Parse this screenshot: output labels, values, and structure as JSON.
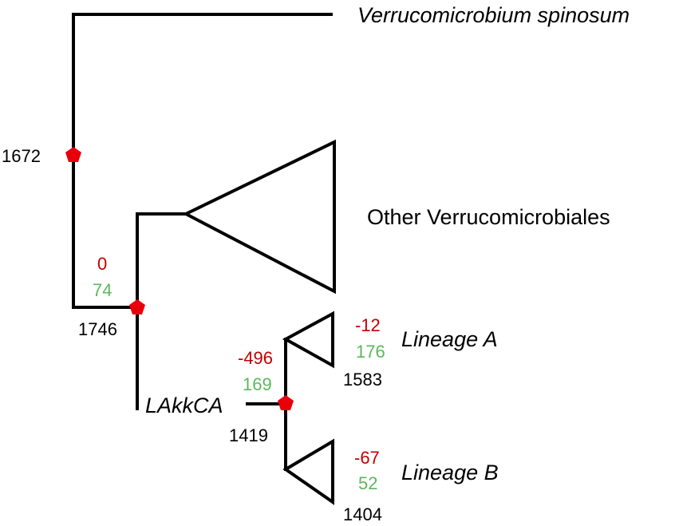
{
  "colors": {
    "branch": "#000000",
    "node_marker": "#e8000b",
    "loss": "#c00000",
    "gain": "#5cb85c",
    "total": "#000000"
  },
  "taxa": {
    "verrucomicrobium": "Verrucomicrobium spinosum",
    "other": "Other Verrucomicrobiales",
    "lineage_a": "Lineage A",
    "lineage_b": "Lineage B",
    "lakkca": "LAkkCA"
  },
  "nodes": {
    "root": {
      "total": "1672"
    },
    "internal": {
      "loss": "0",
      "gain": "74",
      "total": "1746"
    },
    "lakkca": {
      "loss": "-496",
      "gain": "169",
      "total": "1419"
    },
    "lineage_a": {
      "loss": "-12",
      "gain": "176",
      "total": "1583"
    },
    "lineage_b": {
      "loss": "-67",
      "gain": "52",
      "total": "1404"
    }
  }
}
